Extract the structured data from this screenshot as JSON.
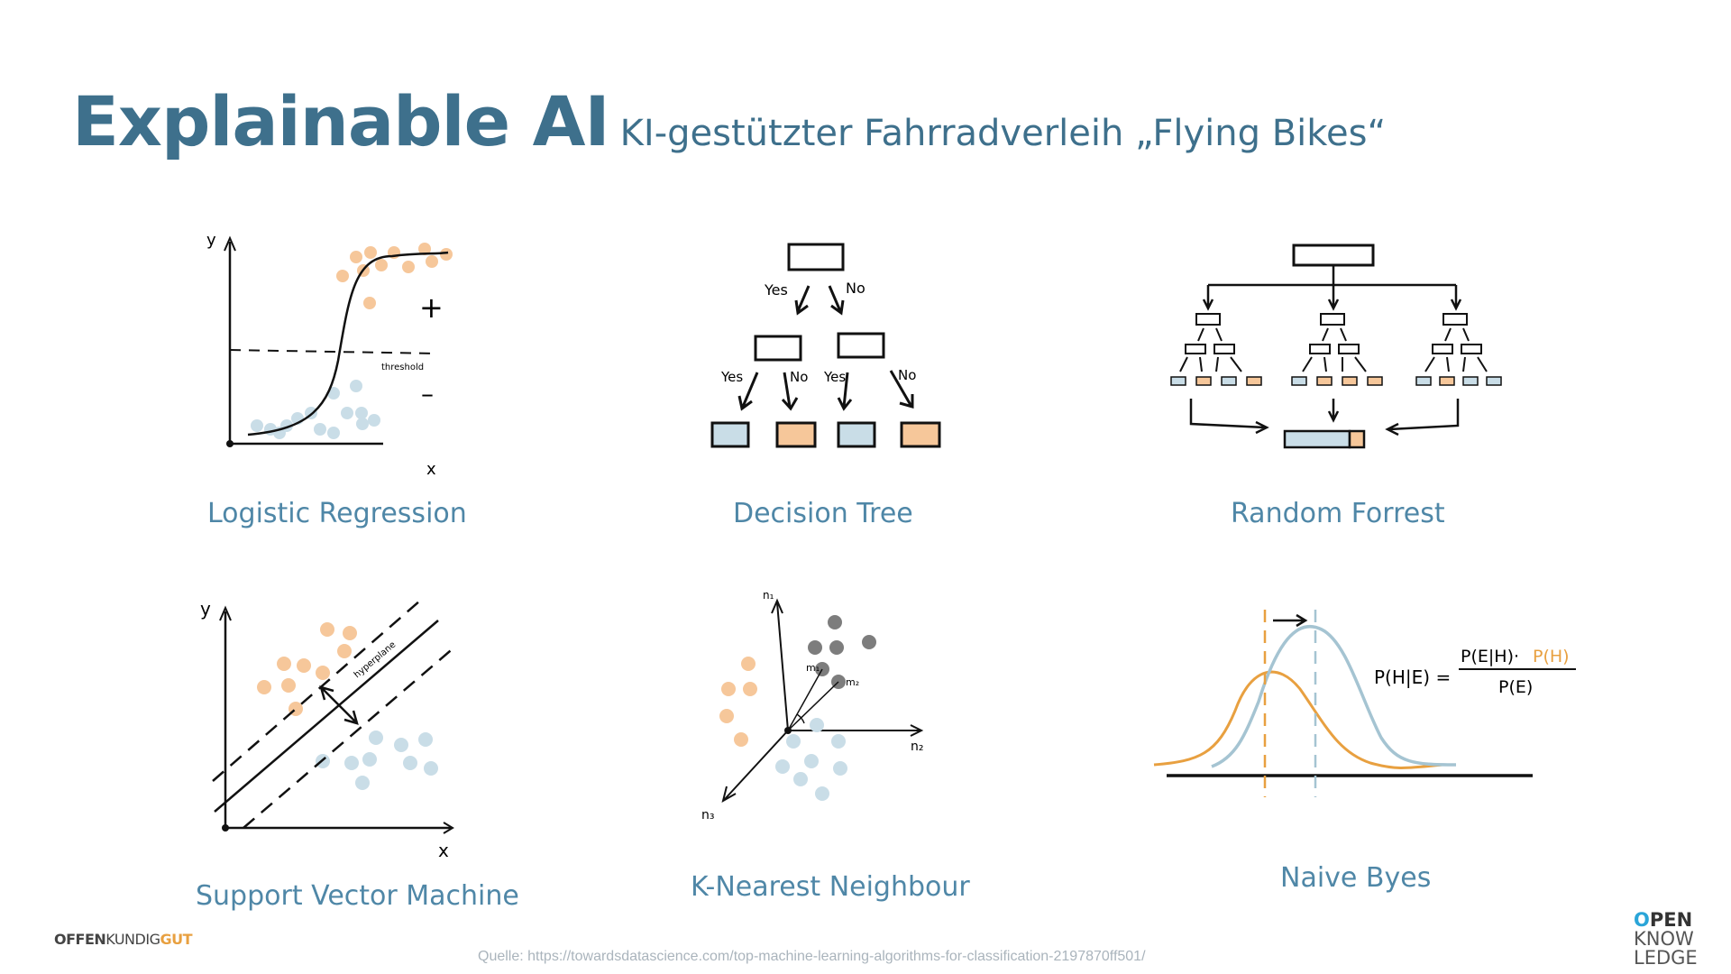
{
  "title": {
    "main": "Explainable AI",
    "sub": "KI-gestützter Fahrradverleih „Flying Bikes“"
  },
  "colors": {
    "title": "#3e708c",
    "caption": "#4f87a7",
    "orange_dot": "#f6c79a",
    "blue_dot": "#c9dde7",
    "dark_dot": "#7d7d7d"
  },
  "panels": {
    "logistic_regression": {
      "caption": "Logistic Regression",
      "axis_y": "y",
      "axis_x": "x",
      "plus": "+",
      "minus": "–",
      "threshold": "threshold"
    },
    "decision_tree": {
      "caption": "Decision Tree",
      "yes": "Yes",
      "no": "No"
    },
    "random_forest": {
      "caption": "Random Forrest"
    },
    "svm": {
      "caption": "Support Vector Machine",
      "axis_y": "y",
      "axis_x": "x",
      "hyperplane": "hyperplane"
    },
    "knn": {
      "caption": "K-Nearest Neighbour",
      "n1": "n₁",
      "n2": "n₂",
      "n3": "n₃",
      "m1": "m₁",
      "m2": "m₂"
    },
    "naive_bayes": {
      "caption": "Naive Byes",
      "lhs": "P(H|E) =",
      "num_a": "P(E|H)·",
      "num_b": "P(H)",
      "den": "P(E)"
    }
  },
  "footer": {
    "brand_a": "OFFEN",
    "brand_b": "KUNDIG",
    "brand_c": "GUT",
    "source": "Quelle: https://towardsdatascience.com/top-machine-learning-algorithms-for-classification-2197870ff501/",
    "logo_o": "O",
    "logo_pen": "PEN",
    "logo_know": "KNOW",
    "logo_ledge": "LEDGE"
  }
}
